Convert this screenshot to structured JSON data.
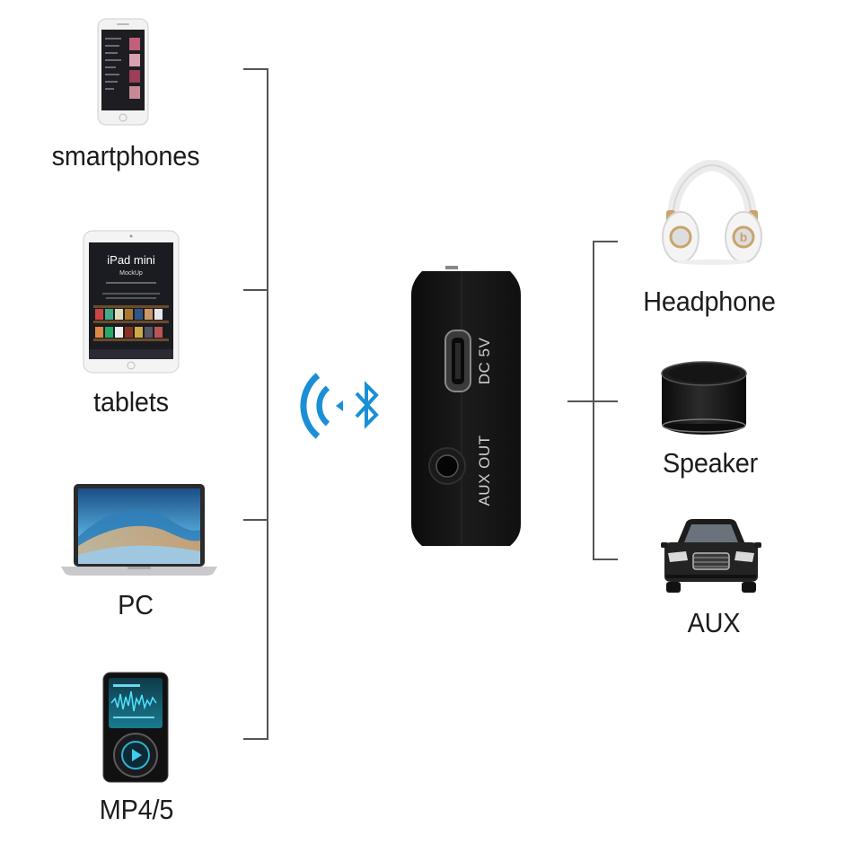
{
  "sources": {
    "smartphones": "smartphones",
    "tablets": "tablets",
    "pc": "PC",
    "mp45": "MP4/5"
  },
  "outputs": {
    "headphone": "Headphone",
    "speaker": "Speaker",
    "aux": "AUX"
  },
  "device": {
    "dc_label": "DC 5V",
    "aux_label": "AUX OUT"
  },
  "tablet_screen": {
    "title": "iPad mini",
    "subtitle": "MockUp"
  },
  "colors": {
    "bluetooth": "#1b8fd6",
    "device_body": "#141414",
    "connector_line": "#555555"
  },
  "icons": {
    "wireless": "wifi-waves-icon",
    "bluetooth": "bluetooth-icon"
  }
}
